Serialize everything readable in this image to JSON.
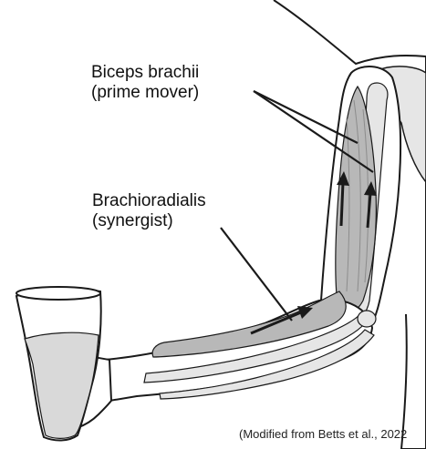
{
  "figure": {
    "labels": [
      {
        "name": "Biceps brachii",
        "role": "(prime mover)"
      },
      {
        "name": "Brachioradialis",
        "role": "(synergist)"
      }
    ],
    "credit": "(Modified from Betts et al., 2022"
  },
  "colors": {
    "outline": "#1a1a1a",
    "muscle": "#b8b8b8",
    "muscle_dark": "#8c8c8c",
    "bone": "#e6e6e6",
    "skin": "#ffffff",
    "glass_liquid": "#d9d9d9"
  }
}
